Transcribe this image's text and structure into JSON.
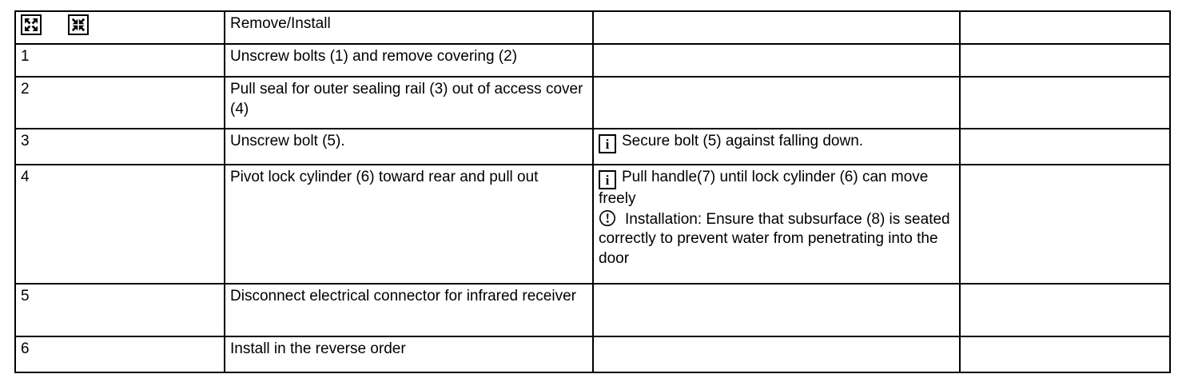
{
  "document": {
    "type": "service-procedure-table",
    "column_count": 4,
    "row_count": 7
  },
  "table": {
    "header": {
      "step_icons": [
        {
          "name": "remove-icon",
          "meaning": "remove",
          "glyph": "arrows-outward"
        },
        {
          "name": "install-icon",
          "meaning": "install",
          "glyph": "arrows-inward"
        }
      ],
      "description": "Remove/Install",
      "note": "",
      "blank": ""
    },
    "rows": [
      {
        "step": "1",
        "description": "Unscrew bolts (1) and remove covering (2)",
        "notes": [],
        "blank": ""
      },
      {
        "step": "2",
        "description": "Pull seal for outer sealing rail (3) out of access cover (4)",
        "notes": [],
        "blank": ""
      },
      {
        "step": "3",
        "description": "Unscrew bolt (5).",
        "notes": [
          {
            "icon": "info-icon",
            "icon_glyph": "i",
            "text": "Secure bolt (5) against falling   down."
          }
        ],
        "blank": ""
      },
      {
        "step": "4",
        "description": "Pivot lock cylinder (6) toward rear and pull out",
        "notes": [
          {
            "icon": "info-icon",
            "icon_glyph": "i",
            "text": "Pull handle(7) until lock cylinder (6) can move freely"
          },
          {
            "icon": "attention-icon",
            "icon_glyph": "!",
            "text": "Installation: Ensure that subsurface (8) is seated correctly to prevent water from penetrating into the door"
          }
        ],
        "blank": ""
      },
      {
        "step": "5",
        "description": "Disconnect electrical connector for infrared receiver",
        "notes": [],
        "blank": ""
      },
      {
        "step": "6",
        "description": "Install in the reverse order",
        "notes": [],
        "blank": ""
      }
    ]
  },
  "colors": {
    "border": "#000000",
    "text": "#000000",
    "background": "#ffffff"
  }
}
